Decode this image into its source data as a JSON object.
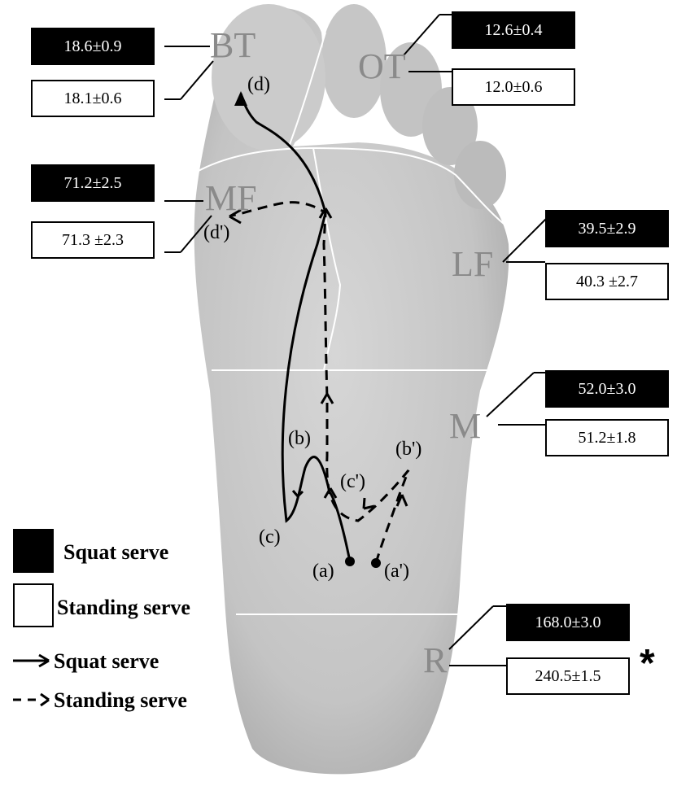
{
  "regions": {
    "bt": {
      "label": "BT",
      "squat": "18.6±0.9",
      "standing": "18.1±0.6"
    },
    "ot": {
      "label": "OT",
      "squat": "12.6±0.4",
      "standing": "12.0±0.6"
    },
    "mf": {
      "label": "MF",
      "squat": "71.2±2.5",
      "standing": "71.3 ±2.3"
    },
    "lf": {
      "label": "LF",
      "squat": "39.5±2.9",
      "standing": "40.3 ±2.7"
    },
    "m": {
      "label": "M",
      "squat": "52.0±3.0",
      "standing": "51.2±1.8"
    },
    "r": {
      "label": "R",
      "squat": "168.0±3.0",
      "standing": "240.5±1.5",
      "significance": "*"
    }
  },
  "path_points": {
    "squat": [
      "(a)",
      "(b)",
      "(c)",
      "(d)"
    ],
    "standing": [
      "(a')",
      "(b')",
      "(c')",
      "(d')"
    ]
  },
  "legend": {
    "squat_box": "Squat serve",
    "standing_box": "Standing serve",
    "squat_line": "Squat serve",
    "standing_line": "Standing serve"
  },
  "colors": {
    "squat": "#000000",
    "standing": "#ffffff",
    "foot_fill": "#c9c9c9",
    "region_label": "#8a8a8a"
  }
}
